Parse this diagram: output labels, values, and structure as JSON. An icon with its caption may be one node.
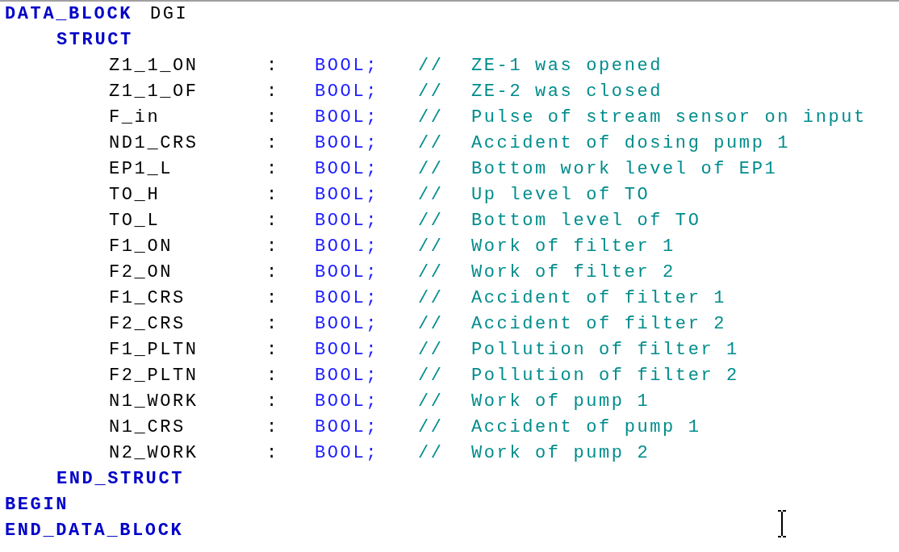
{
  "diagram": {
    "labels": [
      "DATA_BLOCK",
      "DGI",
      "STRUCT",
      "Z1_1_ON",
      ":",
      "BOOL;",
      "//",
      "ZE-1 was opened",
      "Z1_1_OF",
      ":",
      "BOOL;",
      "//",
      "ZE-2 was closed",
      "F_in",
      ":",
      "BOOL;",
      "//",
      "Pulse of stream sensor on input",
      "ND1_CRS",
      ":",
      "BOOL;",
      "//",
      "Accident of dosing pump 1",
      "EP1_L",
      ":",
      "BOOL;",
      "//",
      "Bottom work level of EP1",
      "TO_H",
      ":",
      "BOOL;",
      "//",
      "Up level of TO",
      "TO_L",
      ":",
      "BOOL;",
      "//",
      "Bottom level of TO",
      "F1_ON",
      ":",
      "BOOL;",
      "//",
      "Work of filter 1",
      "F2_ON",
      ":",
      "BOOL;",
      "//",
      "Work of filter 2",
      "F1_CRS",
      ":",
      "BOOL;",
      "//",
      "Accident of filter 1",
      "F2_CRS",
      ":",
      "BOOL;",
      "//",
      "Accident of filter 2",
      "F1_PLTN",
      ":",
      "BOOL;",
      "//",
      "Pollution of filter 1",
      "F2_PLTN",
      ":",
      "BOOL;",
      "//",
      "Pollution of filter 2",
      "N1_WORK",
      ":",
      "BOOL;",
      "//",
      "Work of pump 1",
      "N1_CRS",
      ":",
      "BOOL;",
      "//",
      "Accident of pump 1",
      "N2_WORK",
      ":",
      "BOOL;",
      "//",
      "Work of pump 2",
      "END_STRUCT",
      "BEGIN",
      "END_DATA_BLOCK"
    ]
  }
}
